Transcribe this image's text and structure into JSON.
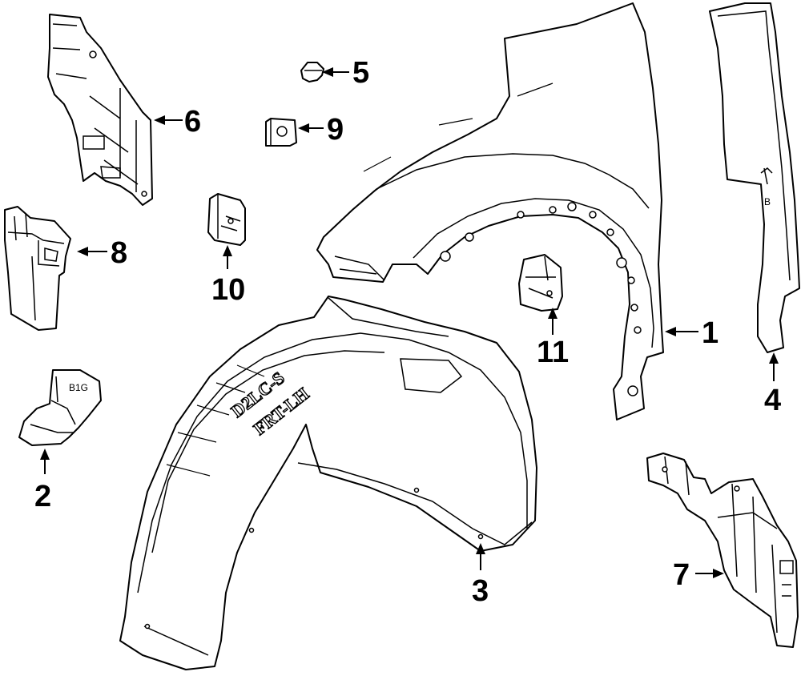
{
  "callouts": [
    {
      "id": "1",
      "label": "1"
    },
    {
      "id": "2",
      "label": "2"
    },
    {
      "id": "3",
      "label": "3"
    },
    {
      "id": "4",
      "label": "4"
    },
    {
      "id": "5",
      "label": "5"
    },
    {
      "id": "6",
      "label": "6"
    },
    {
      "id": "7",
      "label": "7"
    },
    {
      "id": "8",
      "label": "8"
    },
    {
      "id": "9",
      "label": "9"
    },
    {
      "id": "10",
      "label": "10"
    },
    {
      "id": "11",
      "label": "11"
    }
  ],
  "liner_marking": {
    "line1": "D2LC-S",
    "line2": "FRT-LH"
  },
  "bracket_marking": "B1G",
  "seal_marking": "B"
}
